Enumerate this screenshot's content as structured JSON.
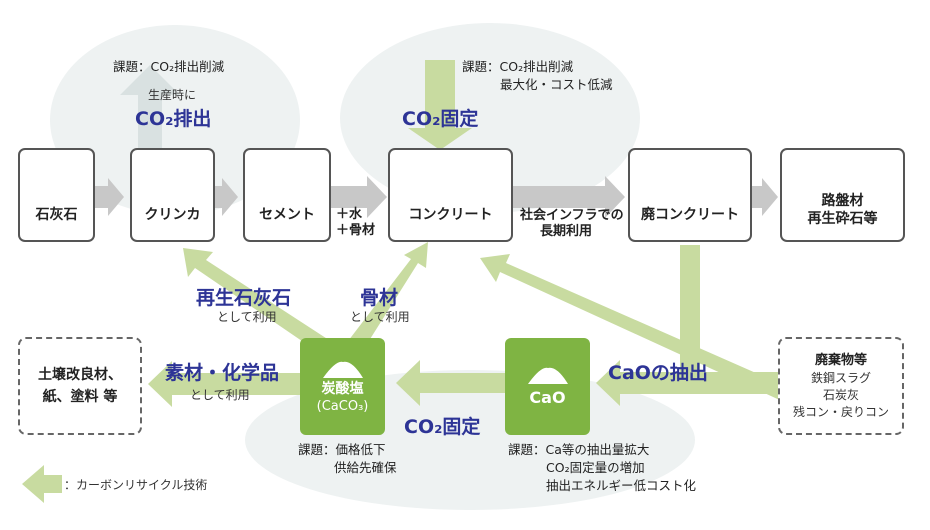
{
  "colors": {
    "arrow_green": "#c8dba0",
    "box_green": "#7fb443",
    "gray_arrow": "#c8c8c8",
    "title_blue": "#2d3496",
    "blob": "#eef2f2"
  },
  "top_left": {
    "issue": "課題：CO₂排出削減",
    "during": "生産時に",
    "title": "CO₂排出"
  },
  "top_center": {
    "issue_line1": "課題：CO₂排出削減",
    "issue_line2": "最大化・コスト低減",
    "title": "CO₂固定"
  },
  "row_top": {
    "limestone": "石灰石",
    "clinker": "クリンカ",
    "cement": "セメント",
    "plus_water": "＋水",
    "plus_aggregate": "＋骨材",
    "concrete": "コンクリート",
    "infra_line1": "社会インフラでの",
    "infra_line2": "長期利用",
    "waste_concrete": "廃コンクリート",
    "roadbed_line1": "路盤材",
    "roadbed_line2": "再生砕石等"
  },
  "middle": {
    "recycled_limestone": "再生石灰石",
    "recycled_limestone_sub": "として利用",
    "aggregate": "骨材",
    "aggregate_sub": "として利用"
  },
  "row_bottom": {
    "soil_line1": "土壌改良材、",
    "soil_line2": "紙、塗料 等",
    "materials": "素材・化学品",
    "materials_sub": "として利用",
    "carbonate_line1": "炭酸塩",
    "carbonate_line2": "(CaCO₃)",
    "cao": "CaO",
    "cao_extract": "CaOの抽出",
    "co2_fix": "CO₂固定",
    "waste_title": "廃棄物等",
    "waste_line1": "鉄鋼スラグ",
    "waste_line2": "石炭灰",
    "waste_line3": "残コン・戻りコン"
  },
  "bottom_notes": {
    "carbonate_issue_line1": "課題：価格低下",
    "carbonate_issue_line2": "供給先確保",
    "cao_issue_line1": "課題：Ca等の抽出量拡大",
    "cao_issue_line2": "CO₂固定量の増加",
    "cao_issue_line3": "抽出エネルギー低コスト化"
  },
  "legend": {
    "label": "：カーボンリサイクル技術"
  }
}
